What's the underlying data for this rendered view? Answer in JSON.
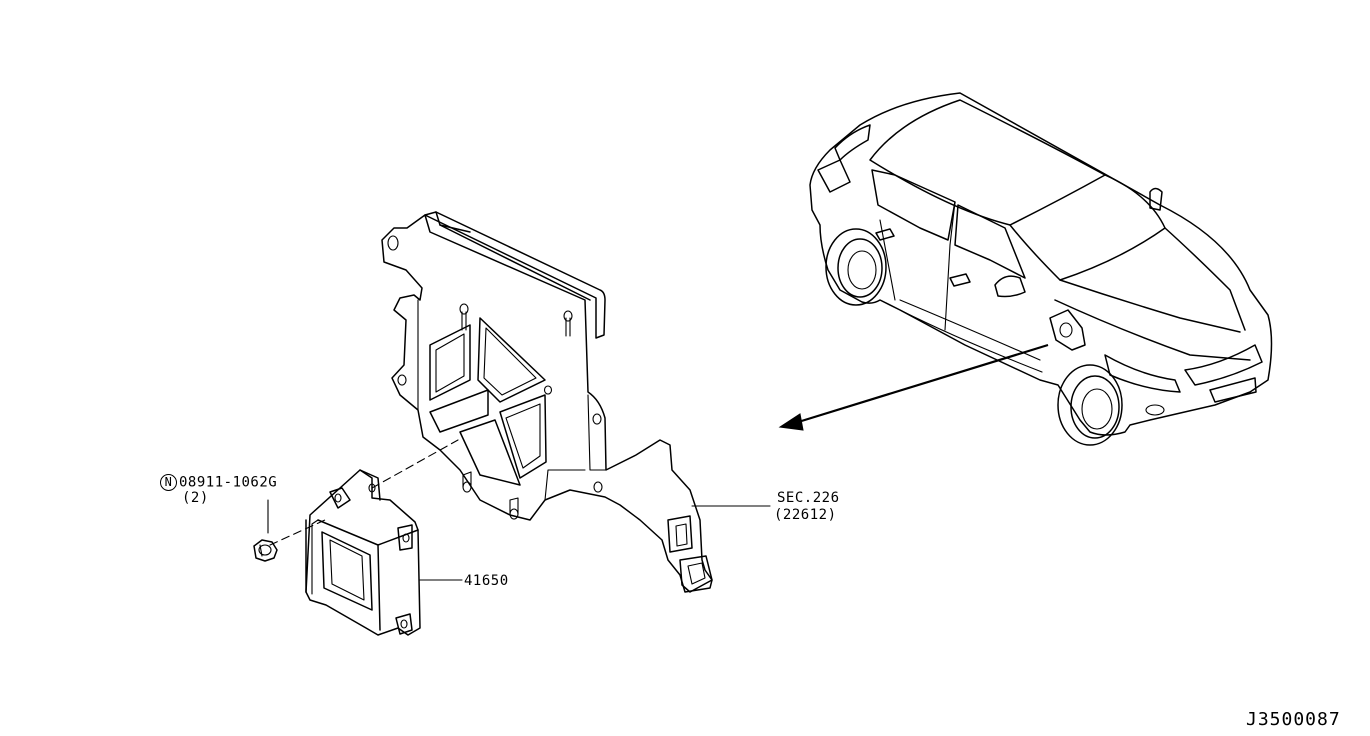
{
  "diagram": {
    "code": "J3500087",
    "parts": [
      {
        "id": "nut",
        "prefix": "N",
        "number": "08911-1062G",
        "qty": "(2)"
      },
      {
        "id": "module",
        "number": "41650"
      },
      {
        "id": "bracket",
        "section": "SEC.226",
        "ref": "(22612)"
      }
    ]
  }
}
